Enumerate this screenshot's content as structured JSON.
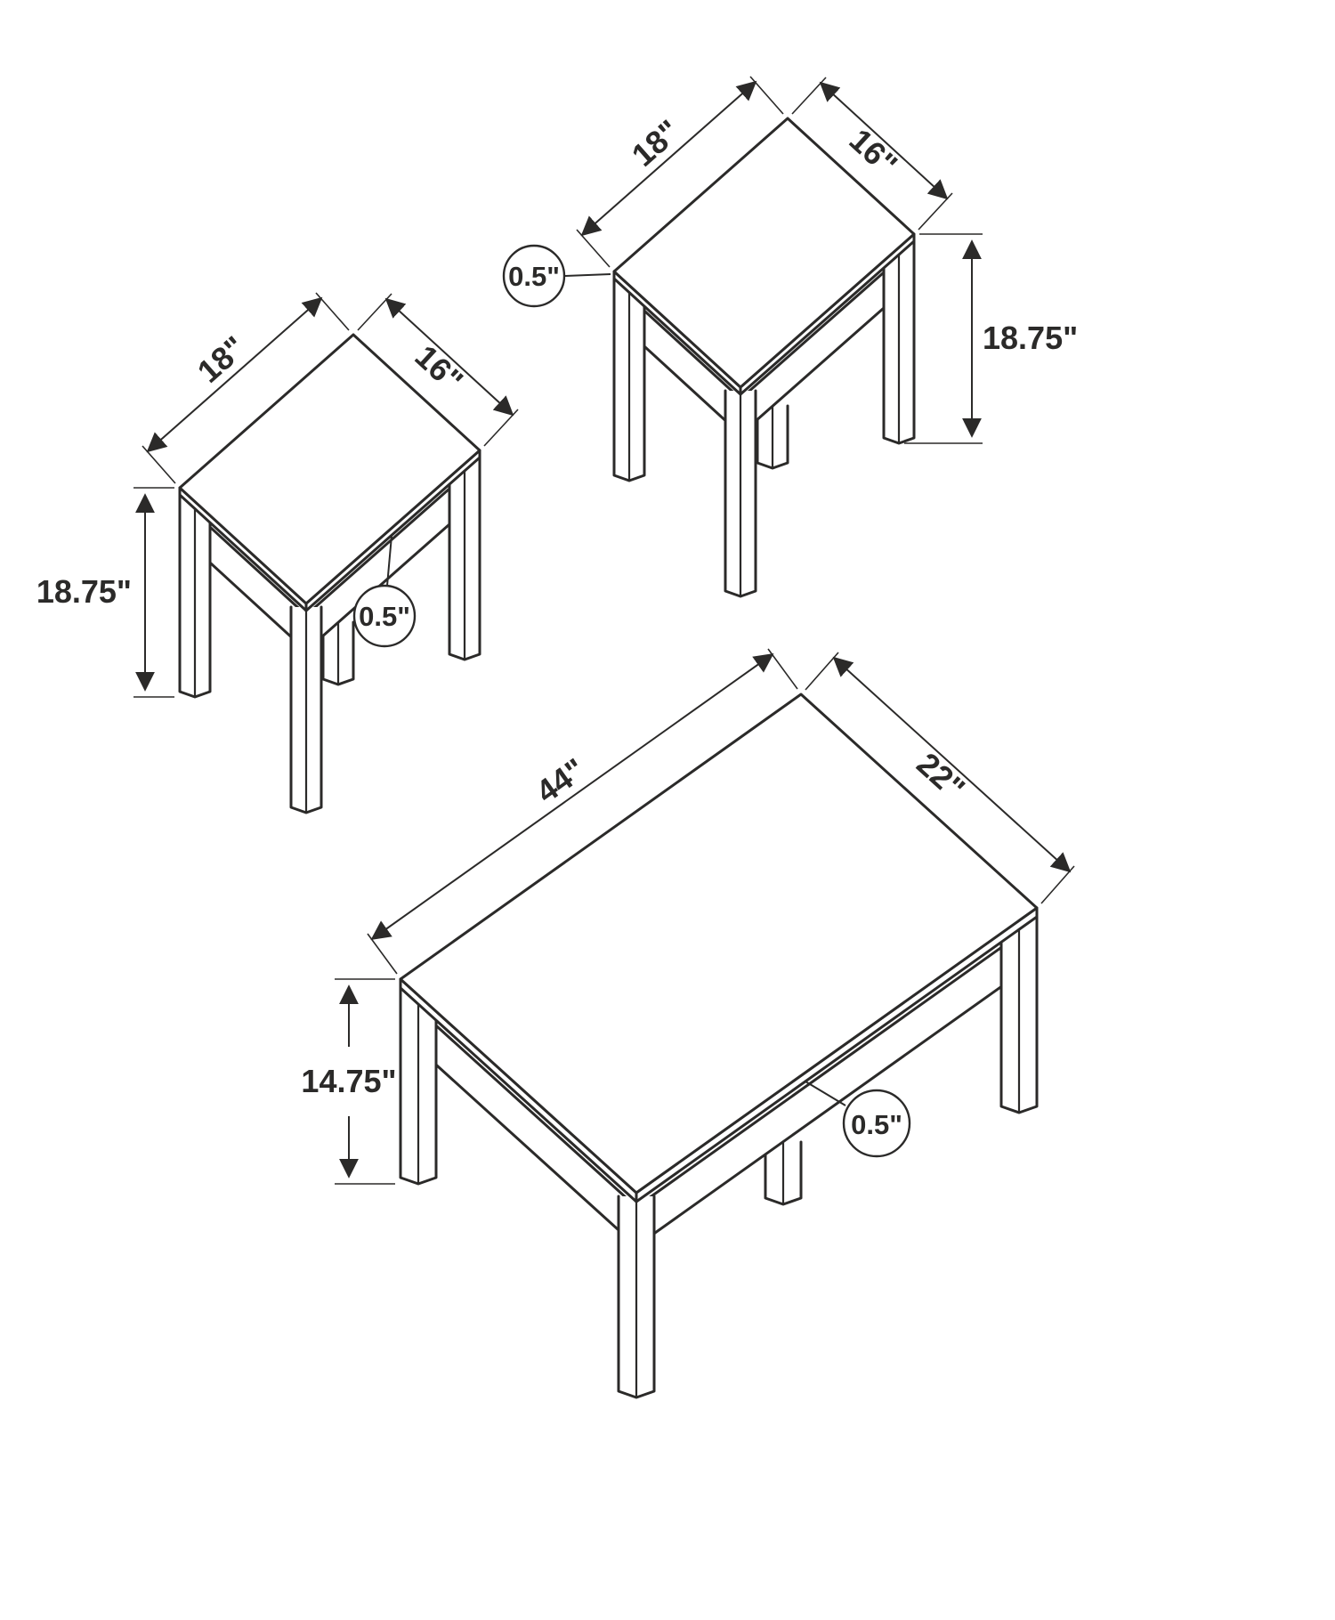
{
  "colors": {
    "line": "#2b2a29",
    "background": "#ffffff"
  },
  "tables": {
    "end_table_upper": {
      "length_label": "18\"",
      "depth_label": "16\"",
      "height_label": "18.75\"",
      "top_thickness_label": "0.5\""
    },
    "end_table_lower": {
      "length_label": "18\"",
      "depth_label": "16\"",
      "height_label": "18.75\"",
      "top_thickness_label": "0.5\""
    },
    "coffee_table": {
      "length_label": "44\"",
      "depth_label": "22\"",
      "height_label": "14.75\"",
      "top_thickness_label": "0.5\""
    }
  }
}
